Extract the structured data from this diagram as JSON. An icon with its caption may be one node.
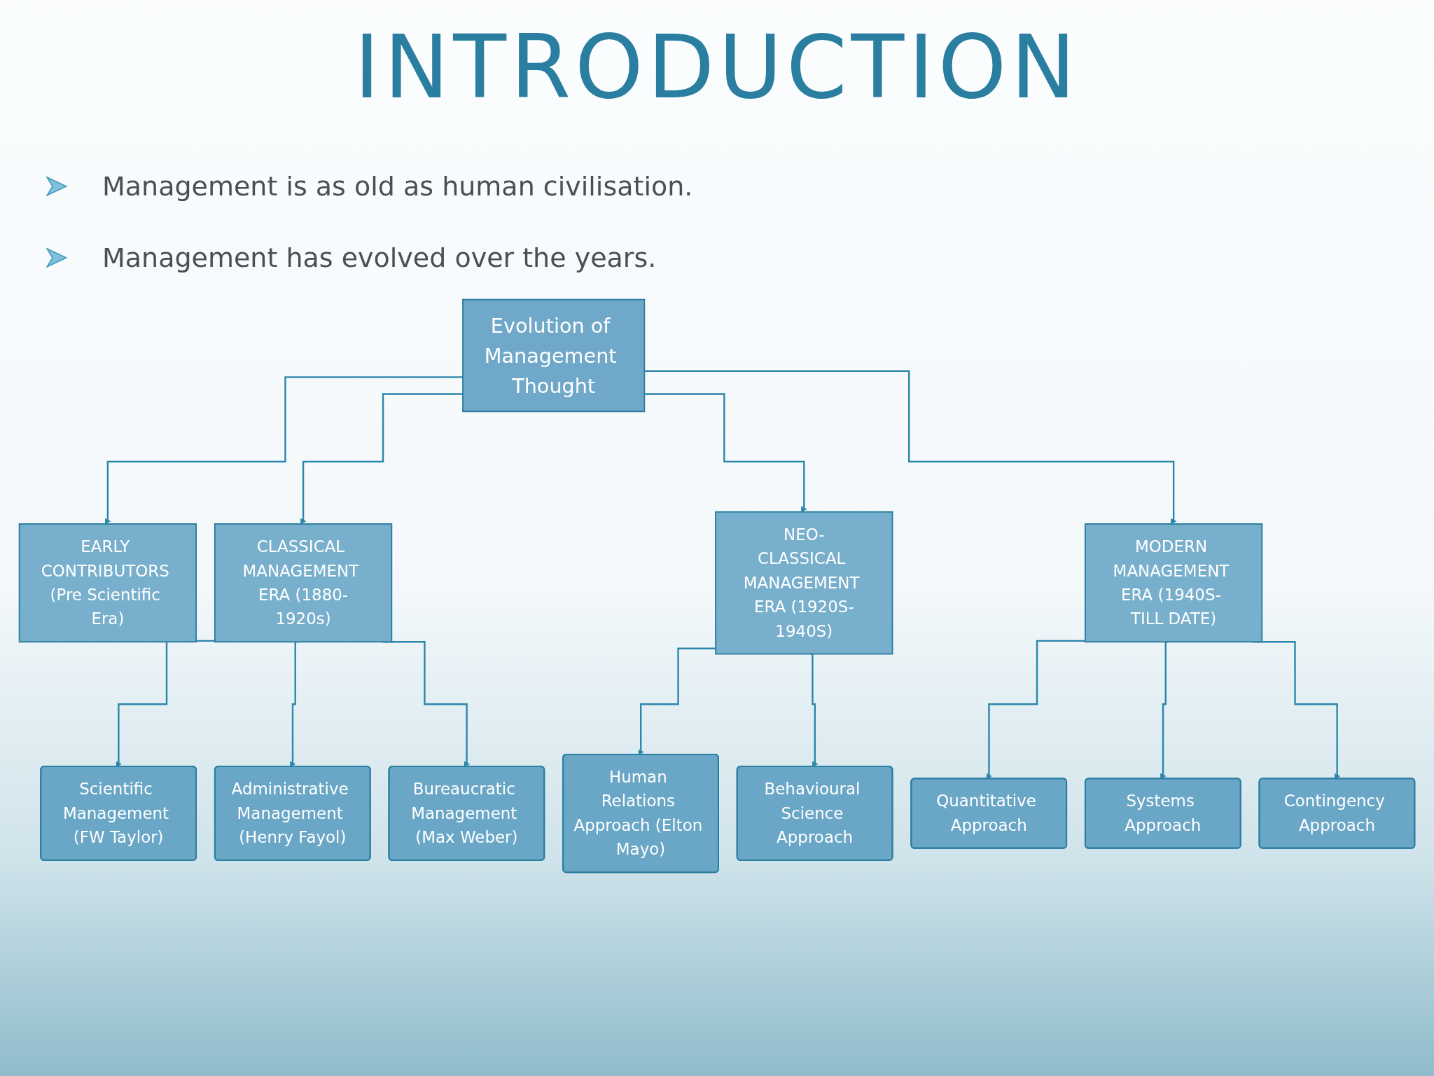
{
  "diagram": {
    "title": "INTRODUCTION",
    "nodes": [
      {
        "text": [
          "Evolution of Management Thought"
        ]
      },
      {
        "text": [
          "EARLY CONTRIBUTORS (Pre Scientific Era)"
        ]
      },
      {
        "text": [
          "CLASSICAL MANAGEMENT ERA (1880-1920s)"
        ]
      },
      {
        "text": [
          "NEO-CLASSICAL MANAGEMENT ERA (1920S-1940S)"
        ]
      },
      {
        "text": [
          "MODERN MANAGEMENT ERA (1940S- TILL DATE)"
        ]
      },
      {
        "text": [
          "Scientific Management (FW Taylor)"
        ]
      },
      {
        "text": [
          "Administrative Management (Henry Fayol)"
        ]
      },
      {
        "text": [
          "Bureaucratic Management (Max Weber)"
        ]
      },
      {
        "text": [
          "Human Relations Approach (Elton Mayo)"
        ]
      },
      {
        "text": [
          "Behavioural Science Approach"
        ]
      },
      {
        "text": [
          "Quantitative Approach"
        ]
      },
      {
        "text": [
          "Systems Approach"
        ]
      },
      {
        "text": [
          "Contingency Approach"
        ]
      }
    ],
    "edges": [
      {
        "from": 0,
        "to": 1,
        "arrow": "to"
      },
      {
        "from": 0,
        "to": 2,
        "arrow": "to"
      },
      {
        "from": 0,
        "to": 3,
        "arrow": "to"
      },
      {
        "from": 0,
        "to": 4,
        "arrow": "to"
      },
      {
        "from": 2,
        "to": 5,
        "arrow": "to"
      },
      {
        "from": 2,
        "to": 6,
        "arrow": "to"
      },
      {
        "from": 2,
        "to": 7,
        "arrow": "to"
      },
      {
        "from": 3,
        "to": 8,
        "arrow": "to"
      },
      {
        "from": 3,
        "to": 9,
        "arrow": "to"
      },
      {
        "from": 4,
        "to": 10,
        "arrow": "to"
      },
      {
        "from": 4,
        "to": 11,
        "arrow": "to"
      },
      {
        "from": 4,
        "to": 12,
        "arrow": "to"
      }
    ],
    "labels": [
      "Management is as old as human civilisation.",
      "Management has evolved over the years."
    ]
  }
}
